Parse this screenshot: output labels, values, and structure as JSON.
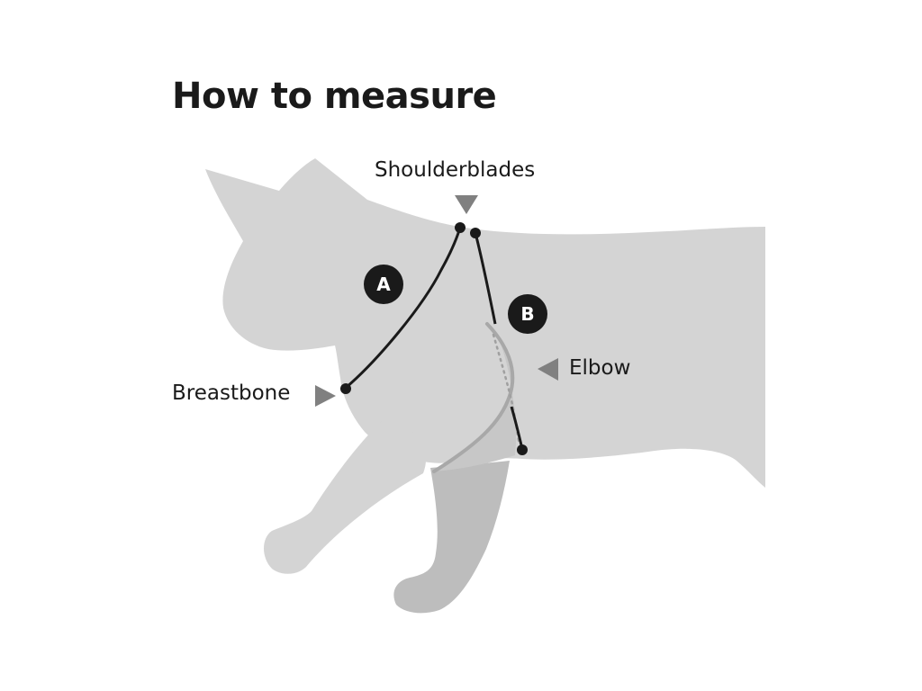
{
  "title": "How to measure",
  "labels": {
    "shoulderblades": "Shoulderblades",
    "elbow": "Elbow",
    "breastbone": "Breastbone"
  },
  "measurements": {
    "a": "A",
    "b": "B"
  },
  "colors": {
    "body": "#d4d4d4",
    "leg": "#bdbdbd",
    "line": "#1a1a1a",
    "marker": "#808080",
    "harness": "#a8a8a8"
  }
}
